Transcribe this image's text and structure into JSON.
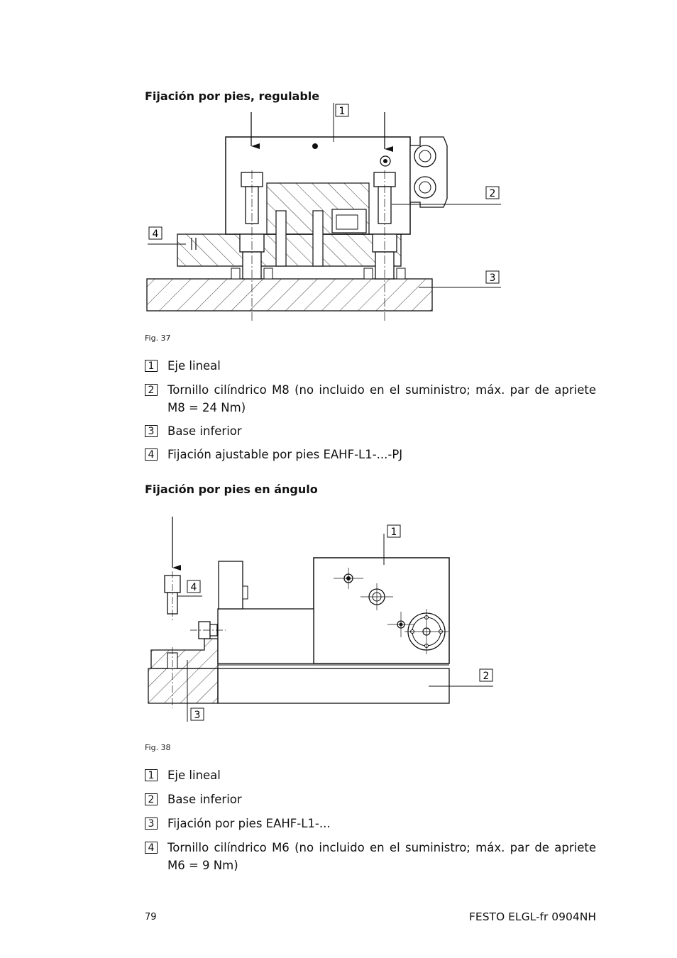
{
  "section1": {
    "heading": "Fijación por pies, regulable",
    "figure_caption": "Fig. 37",
    "callouts": [
      "1",
      "2",
      "3",
      "4"
    ],
    "legend": [
      {
        "num": "1",
        "text": "Eje lineal"
      },
      {
        "num": "2",
        "text": "Tornillo cilíndrico M8 (no incluido en el suministro; máx. par de apriete M8 = 24 Nm)"
      },
      {
        "num": "3",
        "text": "Base inferior"
      },
      {
        "num": "4",
        "text": "Fijación ajustable por pies EAHF-L1-...-PJ"
      }
    ]
  },
  "section2": {
    "heading": "Fijación por pies en ángulo",
    "figure_caption": "Fig. 38",
    "callouts": [
      "1",
      "2",
      "3",
      "4"
    ],
    "legend": [
      {
        "num": "1",
        "text": "Eje lineal"
      },
      {
        "num": "2",
        "text": "Base inferior"
      },
      {
        "num": "3",
        "text": "Fijación por pies EAHF-L1-..."
      },
      {
        "num": "4",
        "text": "Tornillo cilíndrico M6 (no incluido en el suministro; máx. par de apriete M6 = 9 Nm)"
      }
    ]
  },
  "footer": {
    "page_number": "79",
    "document_id": "FESTO ELGL-fr 0904NH"
  }
}
